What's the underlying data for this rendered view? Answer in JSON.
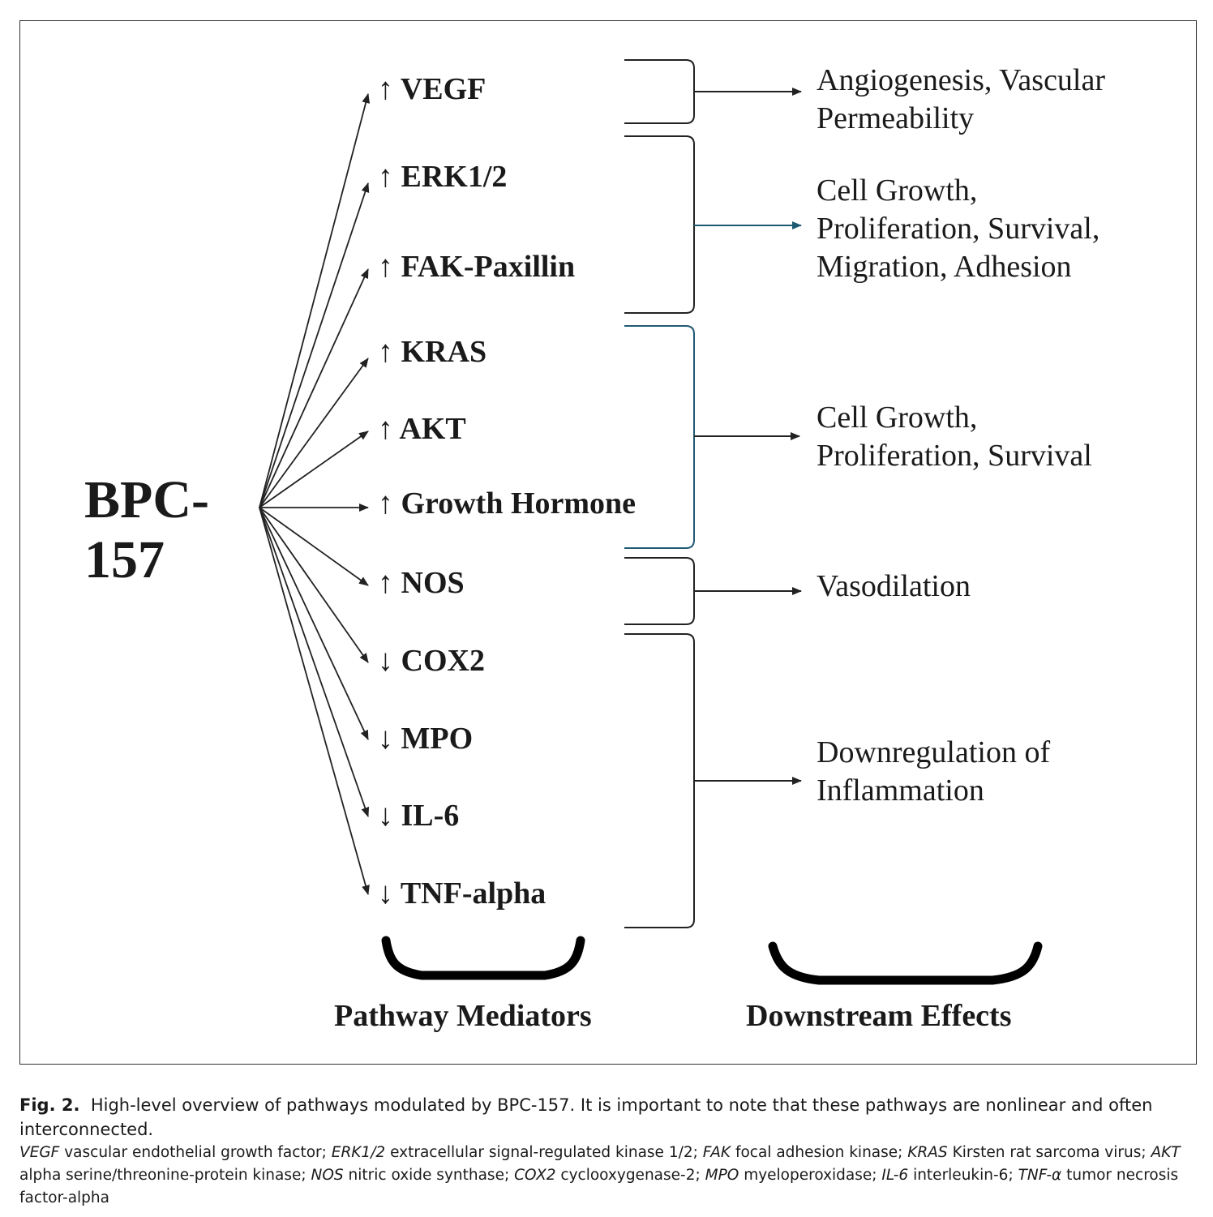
{
  "source": {
    "line1": "BPC-",
    "line2": "157"
  },
  "mediators": [
    {
      "arrow": "↑",
      "label": "VEGF"
    },
    {
      "arrow": "↑",
      "label": "ERK1/2"
    },
    {
      "arrow": "↑",
      "label": "FAK-Paxillin"
    },
    {
      "arrow": "↑",
      "label": "KRAS"
    },
    {
      "arrow": "↑",
      "label": "AKT"
    },
    {
      "arrow": "↑",
      "label": "Growth Hormone"
    },
    {
      "arrow": "↑",
      "label": "NOS"
    },
    {
      "arrow": "↓",
      "label": "COX2"
    },
    {
      "arrow": "↓",
      "label": "MPO"
    },
    {
      "arrow": "↓",
      "label": "IL-6"
    },
    {
      "arrow": "↓",
      "label": "TNF-alpha"
    }
  ],
  "effects": [
    {
      "lines": [
        "Angiogenesis, Vascular",
        "Permeability"
      ]
    },
    {
      "lines": [
        "Cell Growth,",
        "Proliferation, Survival,",
        "Migration, Adhesion"
      ]
    },
    {
      "lines": [
        "Cell Growth,",
        "Proliferation, Survival"
      ]
    },
    {
      "lines": [
        "Vasodilation"
      ]
    },
    {
      "lines": [
        "Downregulation of",
        "Inflammation"
      ]
    }
  ],
  "footer": {
    "left": "Pathway Mediators",
    "right": "Downstream Effects"
  },
  "colors": {
    "line": "#222222",
    "accent": "#1f5a73"
  },
  "caption": {
    "fig_label": "Fig. 2.",
    "title_text": "High-level overview of pathways modulated by BPC-157. It is important to note that these pathways are nonlinear and often interconnected.",
    "abbreviations": [
      {
        "term": "VEGF",
        "def": "vascular endothelial growth factor"
      },
      {
        "term": "ERK1/2",
        "def": "extracellular signal-regulated kinase 1/2"
      },
      {
        "term": "FAK",
        "def": "focal adhesion kinase"
      },
      {
        "term": "KRAS",
        "def": "Kirsten rat sarcoma virus"
      },
      {
        "term": "AKT",
        "def": "alpha serine/threonine-protein kinase"
      },
      {
        "term": "NOS",
        "def": "nitric oxide synthase"
      },
      {
        "term": "COX2",
        "def": "cyclooxygenase-2"
      },
      {
        "term": "MPO",
        "def": "myeloperoxidase"
      },
      {
        "term": "IL-6",
        "def": "interleukin-6"
      },
      {
        "term": "TNF-α",
        "def": "tumor necrosis factor-alpha"
      }
    ]
  }
}
